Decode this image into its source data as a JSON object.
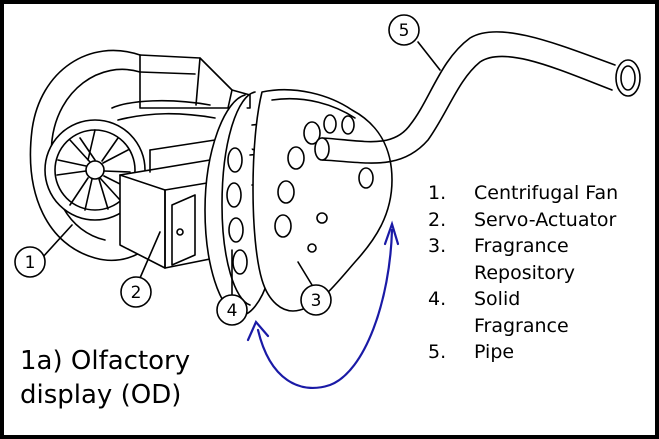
{
  "caption": {
    "line1": "1a) Olfactory",
    "line2": "display (OD)"
  },
  "legend": [
    {
      "num": "1.",
      "lines": [
        "Centrifugal Fan"
      ]
    },
    {
      "num": "2.",
      "lines": [
        "Servo-Actuator"
      ]
    },
    {
      "num": "3.",
      "lines": [
        "Fragrance",
        "Repository"
      ]
    },
    {
      "num": "4.",
      "lines": [
        "Solid",
        "Fragrance"
      ]
    },
    {
      "num": "5.",
      "lines": [
        "Pipe"
      ]
    }
  ],
  "callouts": [
    "1",
    "2",
    "3",
    "4",
    "5"
  ],
  "colors": {
    "line": "#000000",
    "arrow": "#1a1aa6",
    "background": "#ffffff"
  }
}
